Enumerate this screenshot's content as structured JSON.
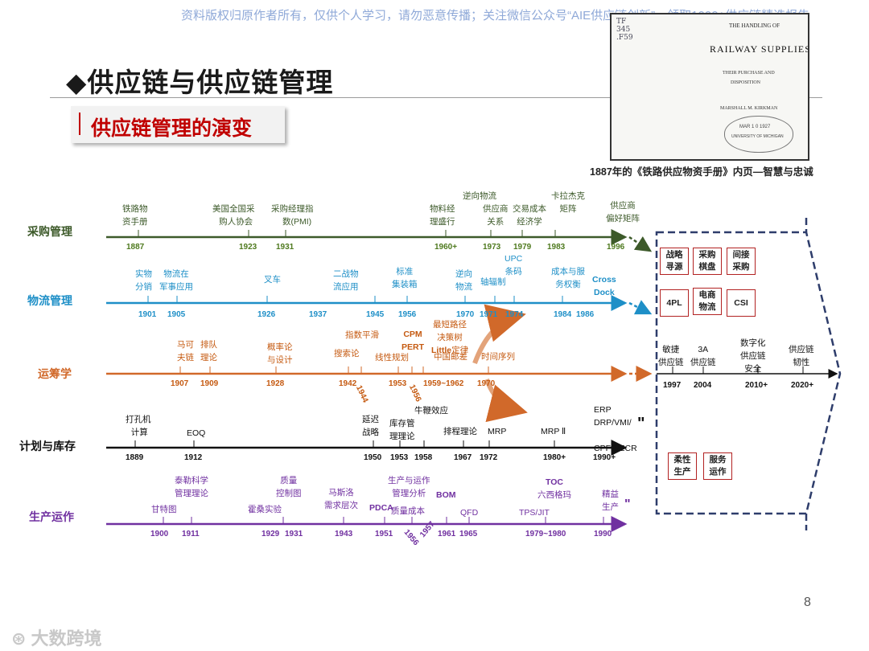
{
  "watermark": "资料版权归原作者所有，仅供个人学习，请勿恶意传播；关注微信公众号“AIE供应链创新”，领取1000+供应链精选报告",
  "title": "◆供应链与供应链管理",
  "subtitle": "供应链管理的演变",
  "book": {
    "call": "TF\n345\n.F59",
    "lines": [
      "THE HANDLING OF",
      "RAILWAY SUPPLIES",
      "THEIR PURCHASE AND",
      "DISPOSITION"
    ],
    "author": "MARSHALL M. KIRKMAN",
    "stamp1": "MAR 1 0 1927",
    "stamp2": "UNIVERSITY OF MICHIGAN",
    "caption": "1887年的《铁路供应物资手册》内页—智慧与忠诚"
  },
  "rows": [
    {
      "label": "采购管理",
      "color": "#3d5a2a",
      "ycolor": "#4f7a1f"
    },
    {
      "label": "物流管理",
      "color": "#1e8fc7",
      "ycolor": "#1e8fc7"
    },
    {
      "label": "运筹学",
      "color": "#d1692a",
      "ycolor": "#c55a11"
    },
    {
      "label": "计划与库存",
      "color": "#111111",
      "ycolor": "#111111"
    },
    {
      "label": "生产运作",
      "color": "#7030a0",
      "ycolor": "#7030a0"
    }
  ],
  "right_years": [
    "1997",
    "2004",
    "2010+",
    "2020+"
  ],
  "right_events": [
    "敏捷\n供应链",
    "3A\n供应链",
    "数字化\n供应链\n安全",
    "供应链\n韧性"
  ],
  "boxes": [
    "战略\n寻源",
    "采购\n棋盘",
    "间接\n采购",
    "4PL",
    "电商\n物流",
    "CSI",
    "柔性\n生产",
    "服务\n运作"
  ],
  "page_number": "8",
  "logo_text": "大数跨境"
}
